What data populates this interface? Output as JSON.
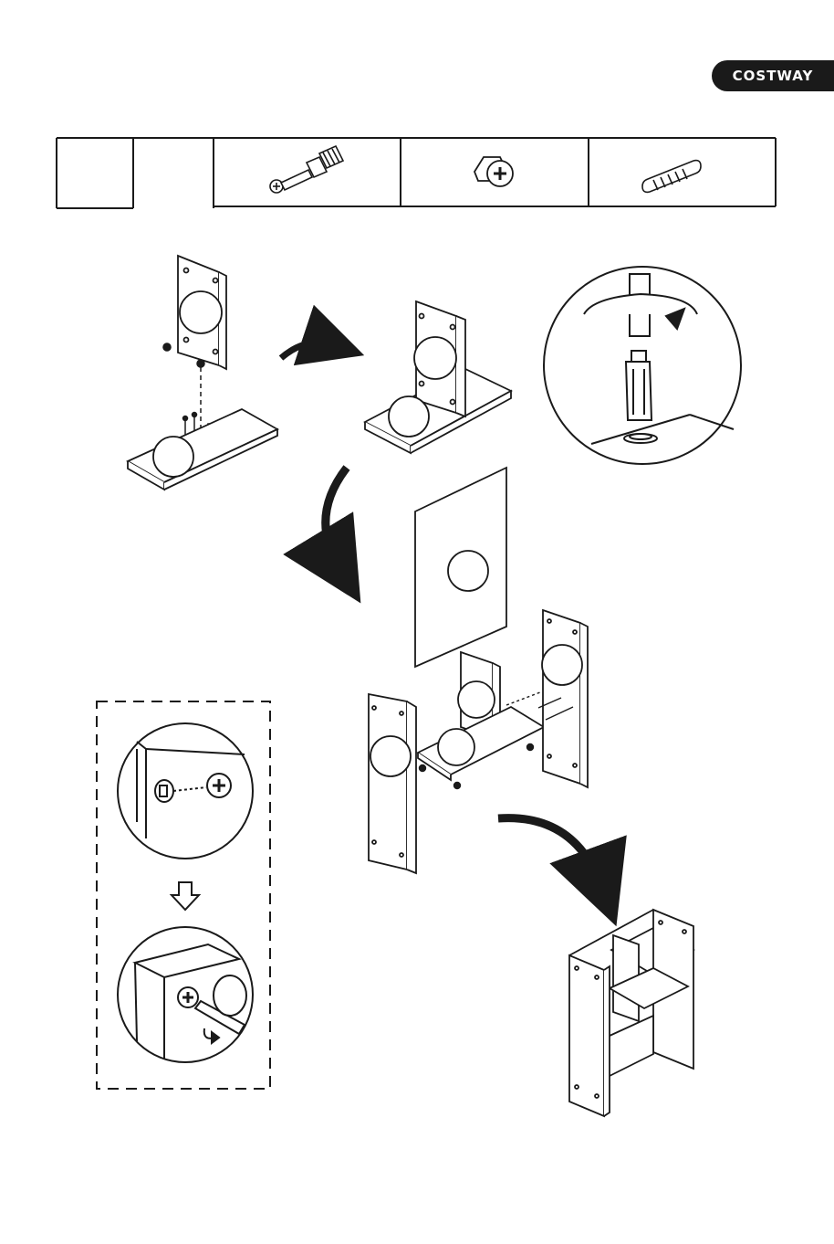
{
  "brand": {
    "name": "COSTWAY"
  },
  "parts_table": {
    "cells": [
      {
        "icon": "part-blank-cell"
      },
      {
        "icon": "part-blank-cell"
      },
      {
        "icon": "cam-bolt-icon"
      },
      {
        "icon": "cam-lock-icon"
      },
      {
        "icon": "wooden-dowel-icon"
      }
    ]
  },
  "colors": {
    "ink": "#1a1a1a",
    "paper": "#ffffff"
  }
}
